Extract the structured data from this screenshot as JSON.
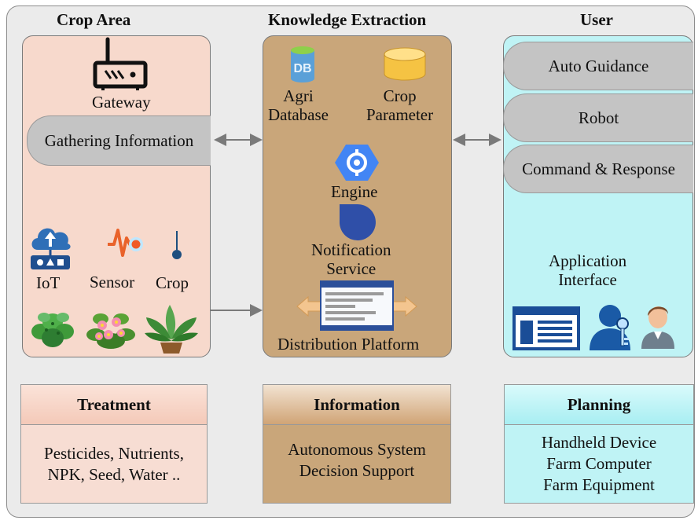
{
  "columns": {
    "crop_area": {
      "title": "Crop Area",
      "gateway_label": "Gateway",
      "gathering_label": "Gathering Information",
      "iot_label": "IoT",
      "sensor_label": "Sensor",
      "crop_label": "Crop"
    },
    "knowledge": {
      "title": "Knowledge Extraction",
      "db_icon_text": "DB",
      "agri_db_label_1": "Agri",
      "agri_db_label_2": "Database",
      "crop_param_label_1": "Crop",
      "crop_param_label_2": "Parameter",
      "engine_label": "Engine",
      "notification_label_1": "Notification",
      "notification_label_2": "Service",
      "distribution_label": "Distribution Platform"
    },
    "user": {
      "title": "User",
      "items": [
        "Auto Guidance",
        "Robot",
        "Command & Response"
      ],
      "app_interface_label_1": "Application",
      "app_interface_label_2": "Interface"
    }
  },
  "bottom_boxes": {
    "treatment": {
      "title": "Treatment",
      "line1": "Pesticides, Nutrients,",
      "line2": "NPK, Seed, Water .."
    },
    "information": {
      "title": "Information",
      "line1": "Autonomous System",
      "line2": "Decision Support"
    },
    "planning": {
      "title": "Planning",
      "line1": "Handheld Device",
      "line2": "Farm Computer",
      "line3": "Farm Equipment"
    }
  },
  "colors": {
    "crop_panel": "#f7d9cc",
    "knowledge_panel": "#c9a67a",
    "user_panel": "#bff3f5",
    "pill": "#c4c4c4",
    "treatment_head": "#f4c9b8",
    "information_head": "#d0a476",
    "planning_head": "#b5f1f4",
    "arrow": "#7a7a7a",
    "icon_blue": "#1a5aa6"
  },
  "icons": [
    "router-icon",
    "database-icon",
    "cylinder-icon",
    "engine-icon",
    "notification-icon",
    "distribution-platform-icon",
    "iot-cloud-icon",
    "sensor-icon",
    "crop-probe-icon",
    "plant-icon",
    "flower-plant-icon",
    "potted-plant-icon",
    "app-window-icon",
    "user-key-icon",
    "user-avatar-icon"
  ]
}
